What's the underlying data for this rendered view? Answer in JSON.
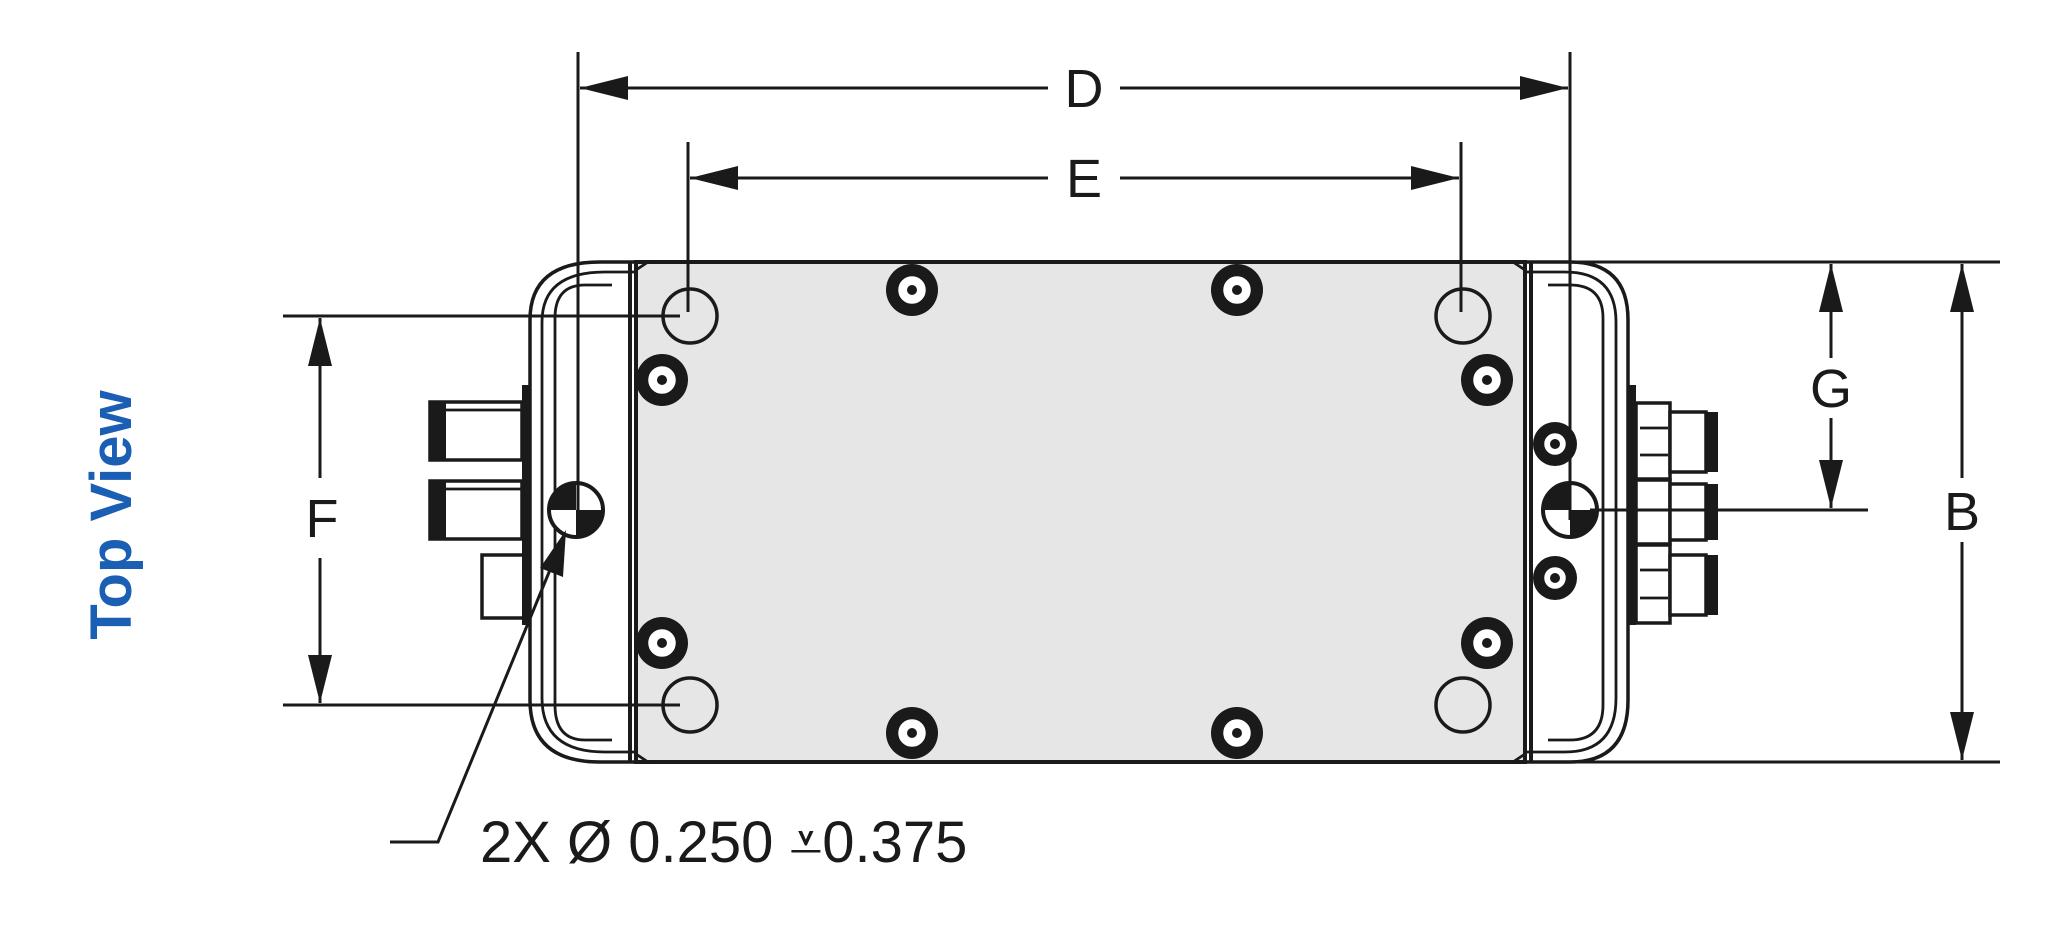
{
  "view_label": "Top View",
  "dimensions": {
    "D": "D",
    "E": "E",
    "F": "F",
    "G": "G",
    "B": "B"
  },
  "callout": {
    "text": "2X Ø 0.250 ⩡0.375"
  },
  "colors": {
    "accent": "#1a5fb4",
    "line": "#1a1a1a",
    "fill": "#e6e6e6"
  },
  "icons": {
    "datum": "datum-target-icon",
    "depth": "depth-symbol-icon"
  }
}
